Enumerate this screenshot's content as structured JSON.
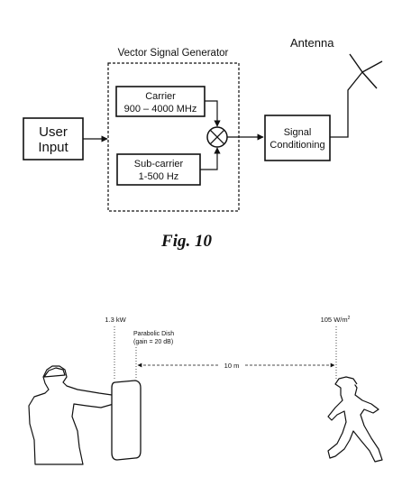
{
  "fig10": {
    "generator_title": "Vector Signal Generator",
    "antenna_label": "Antenna",
    "user_input": [
      "User",
      "Input"
    ],
    "carrier": [
      "Carrier",
      "900 – 4000 MHz"
    ],
    "subcarrier": [
      "Sub-carrier",
      "1-500 Hz"
    ],
    "signal_conditioning": [
      "Signal",
      "Conditioning"
    ],
    "caption": "Fig. 10"
  },
  "scene": {
    "power_label": "1.3 kW",
    "dish_label": [
      "Parabolic Dish",
      "(gain = 20 dB)"
    ],
    "distance_label": "10 m",
    "intensity_value": "105 W/m",
    "intensity_exponent": "2"
  }
}
